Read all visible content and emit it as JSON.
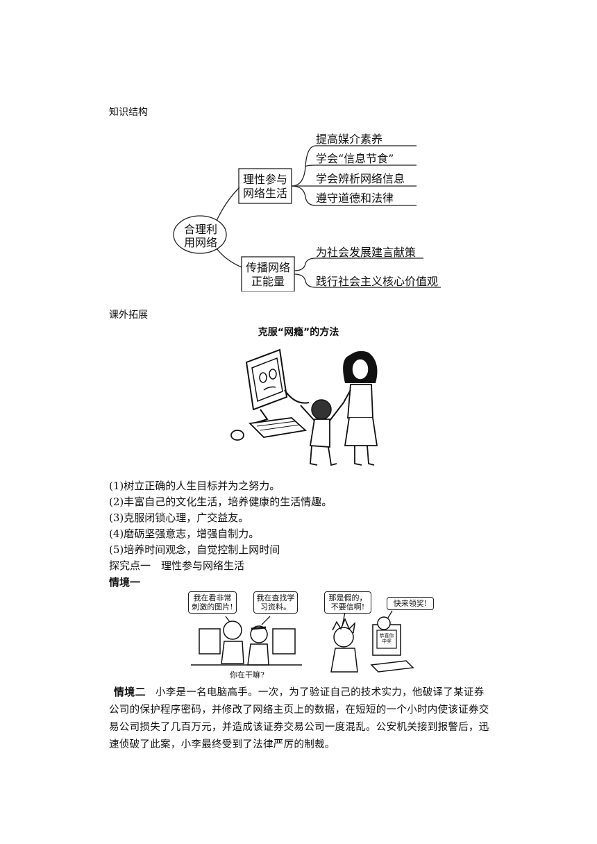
{
  "section_knowledge": "知识结构",
  "mindmap": {
    "root": "合理利用网络",
    "root_line1": "合理利",
    "root_line2": "用网络",
    "branch1": {
      "line1": "理性参与",
      "line2": "网络生活",
      "items": [
        "提高媒介素养",
        "学会“信息节食”",
        "学会辨析网络信息",
        "遵守道德和法律"
      ]
    },
    "branch2": {
      "line1": "传播网络",
      "line2": "正能量",
      "items": [
        "为社会发展建言献策",
        "践行社会主义核心价值观"
      ]
    }
  },
  "section_extension": "课外拓展",
  "extension_title": "克服“网瘾”的方法",
  "methods": [
    "(1)树立正确的人生目标并为之努力。",
    "(2)丰富自己的文化生活，培养健康的生活情趣。",
    "(3)克服闭锁心理，广交益友。",
    "(4)磨砺坚强意志，增强自制力。",
    "(5)培养时间观念，自觉控制上网时间"
  ],
  "explore_point": "探究点一　理性参与网络生活",
  "scene1_label": "情境一",
  "cartoon": {
    "bubble1": "我在看非常刺激的图片!",
    "bubble2": "我在查找学习资料。",
    "bubble3": "那是假的，不要信啊!",
    "bubble4": "快来领奖!",
    "screen": "恭喜你中奖",
    "caption": "你在干嘛?"
  },
  "scene2_label": "情境二",
  "scene2_text": "小李是一名电脑高手。一次，为了验证自己的技术实力，他破译了某证券公司的保护程序密码，并修改了网络主页上的数据，在短短的一个小时内使该证券交易公司损失了几百万元，并造成该证券交易公司一度混乱。公安机关接到报警后，迅速侦破了此案，小李最终受到了法律严厉的制裁。"
}
